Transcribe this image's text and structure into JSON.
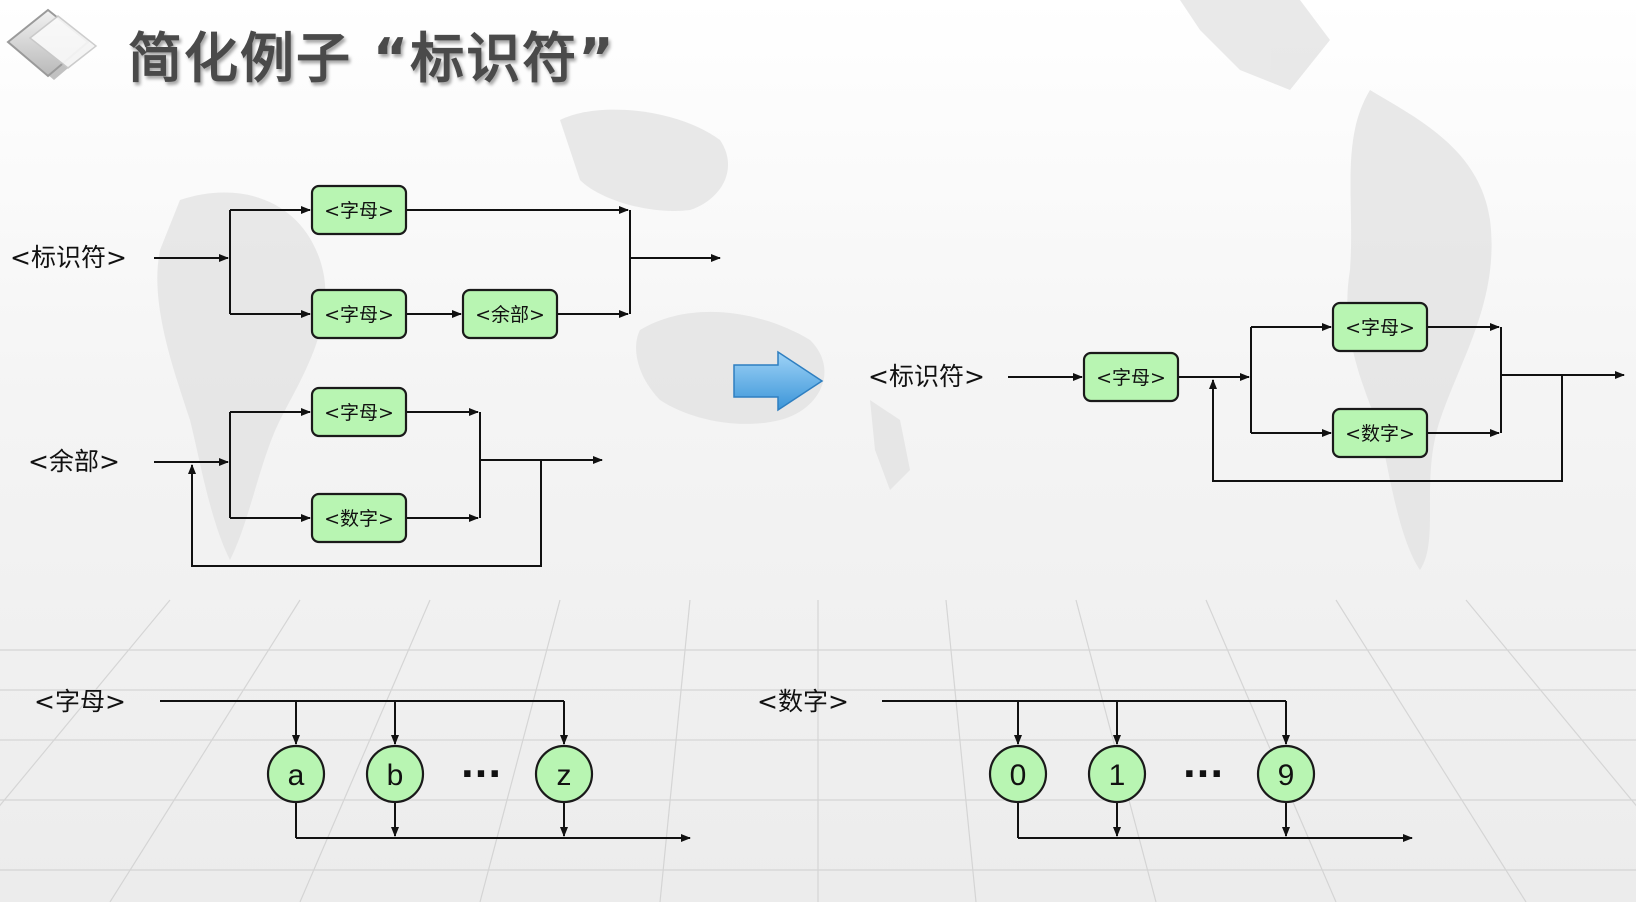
{
  "title": "简化例子 “标识符”",
  "colors": {
    "box_fill": "#b8f5b2",
    "box_stroke": "#1a1a1a",
    "arrow_fill": "#5aaee6",
    "line": "#111111"
  },
  "diagrams": {
    "identifier_original": {
      "label": "<标识符>",
      "box_letter_top": "<字母>",
      "box_letter_bottom": "<字母>",
      "box_rest": "<余部>"
    },
    "rest": {
      "label": "<余部>",
      "box_letter": "<字母>",
      "box_digit": "<数字>"
    },
    "identifier_simplified": {
      "label": "<标识符>",
      "box_letter_first": "<字母>",
      "box_letter_loop": "<字母>",
      "box_digit_loop": "<数字>"
    },
    "letter": {
      "label": "<字母>",
      "symbols": [
        "a",
        "b",
        "z"
      ],
      "ellipsis": "···"
    },
    "digit": {
      "label": "<数字>",
      "symbols": [
        "0",
        "1",
        "9"
      ],
      "ellipsis": "···"
    }
  },
  "icons": {
    "logo": "diamond-logo-icon",
    "transform": "right-arrow-icon"
  }
}
